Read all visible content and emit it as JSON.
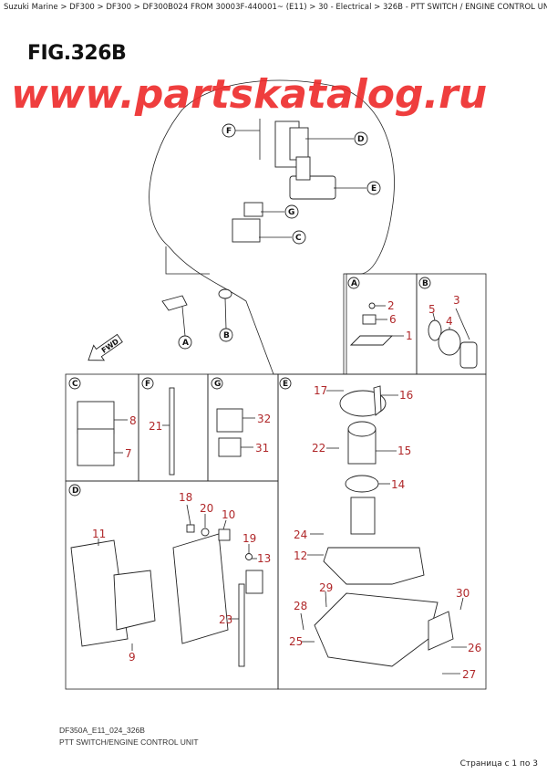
{
  "breadcrumb": "Suzuki Marine > DF300 > DF300 > DF300B024 FROM 30003F-440001~ (E11) > 30 - Electrical > 326B - PTT SWITCH / ENGINE CONTROL UNIT",
  "figure_title": "FIG.326B",
  "direction_label": "FWD",
  "callouts": {
    "F": "F",
    "D": "D",
    "E": "E",
    "G": "G",
    "C": "C",
    "A": "A",
    "B": "B"
  },
  "panels": {
    "A": {
      "label": "A",
      "parts": [
        "2",
        "6",
        "1"
      ]
    },
    "B": {
      "label": "B",
      "parts": [
        "5",
        "4",
        "3"
      ]
    },
    "C": {
      "label": "C",
      "parts": [
        "8",
        "7"
      ]
    },
    "F": {
      "label": "F",
      "parts": [
        "21"
      ]
    },
    "G": {
      "label": "G",
      "parts": [
        "32",
        "31"
      ]
    },
    "E": {
      "label": "E",
      "parts": [
        "17",
        "16",
        "22",
        "15",
        "14",
        "24",
        "12",
        "29",
        "28",
        "30",
        "25",
        "26",
        "27"
      ]
    },
    "D": {
      "label": "D",
      "parts": [
        "18",
        "20",
        "10",
        "11",
        "19",
        "13",
        "23",
        "9"
      ]
    }
  },
  "watermark": "www.partskatalog.ru",
  "footer": {
    "code": "DF350A_E11_024_326B",
    "caption": "PTT SWITCH/ENGINE CONTROL UNIT",
    "page": "Страница с 1 по 3"
  }
}
